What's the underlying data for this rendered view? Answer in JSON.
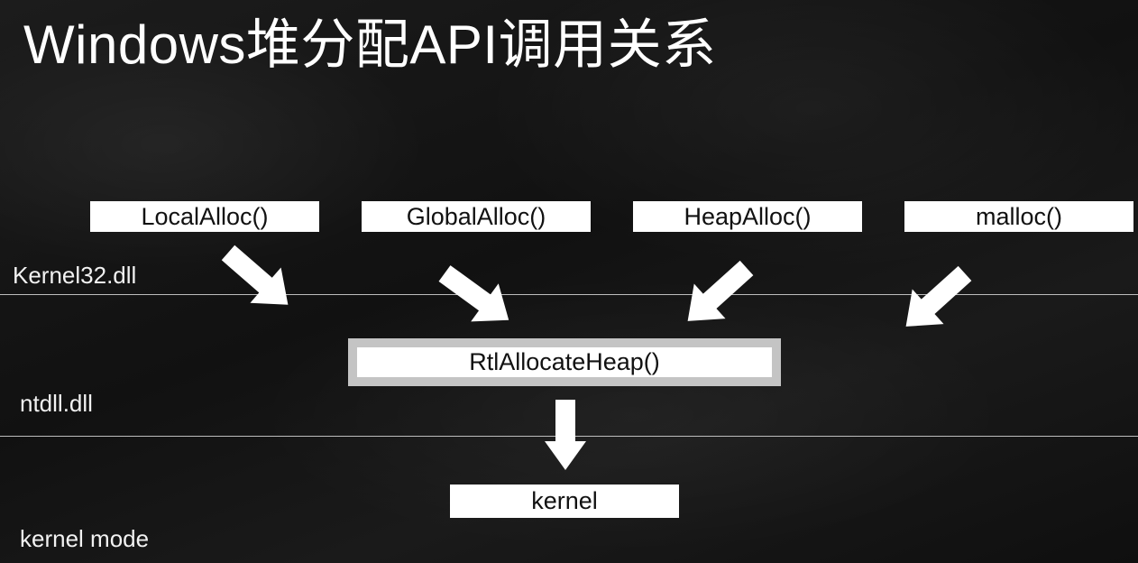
{
  "title": "Windows堆分配API调用关系",
  "layers": {
    "kernel32": "Kernel32.dll",
    "ntdll": "ntdll.dll",
    "kernel_mode": "kernel mode"
  },
  "apis": [
    {
      "label": "LocalAlloc()"
    },
    {
      "label": "GlobalAlloc()"
    },
    {
      "label": "HeapAlloc()"
    },
    {
      "label": "malloc()"
    }
  ],
  "rtl": {
    "label": "RtlAllocateHeap()"
  },
  "kernel": {
    "label": "kernel"
  },
  "colors": {
    "background": "#141414",
    "box": "#ffffff",
    "box_frame": "#c4c4c4",
    "arrow": "#ffffff",
    "line": "#bdbdbd",
    "text": "#ffffff"
  }
}
